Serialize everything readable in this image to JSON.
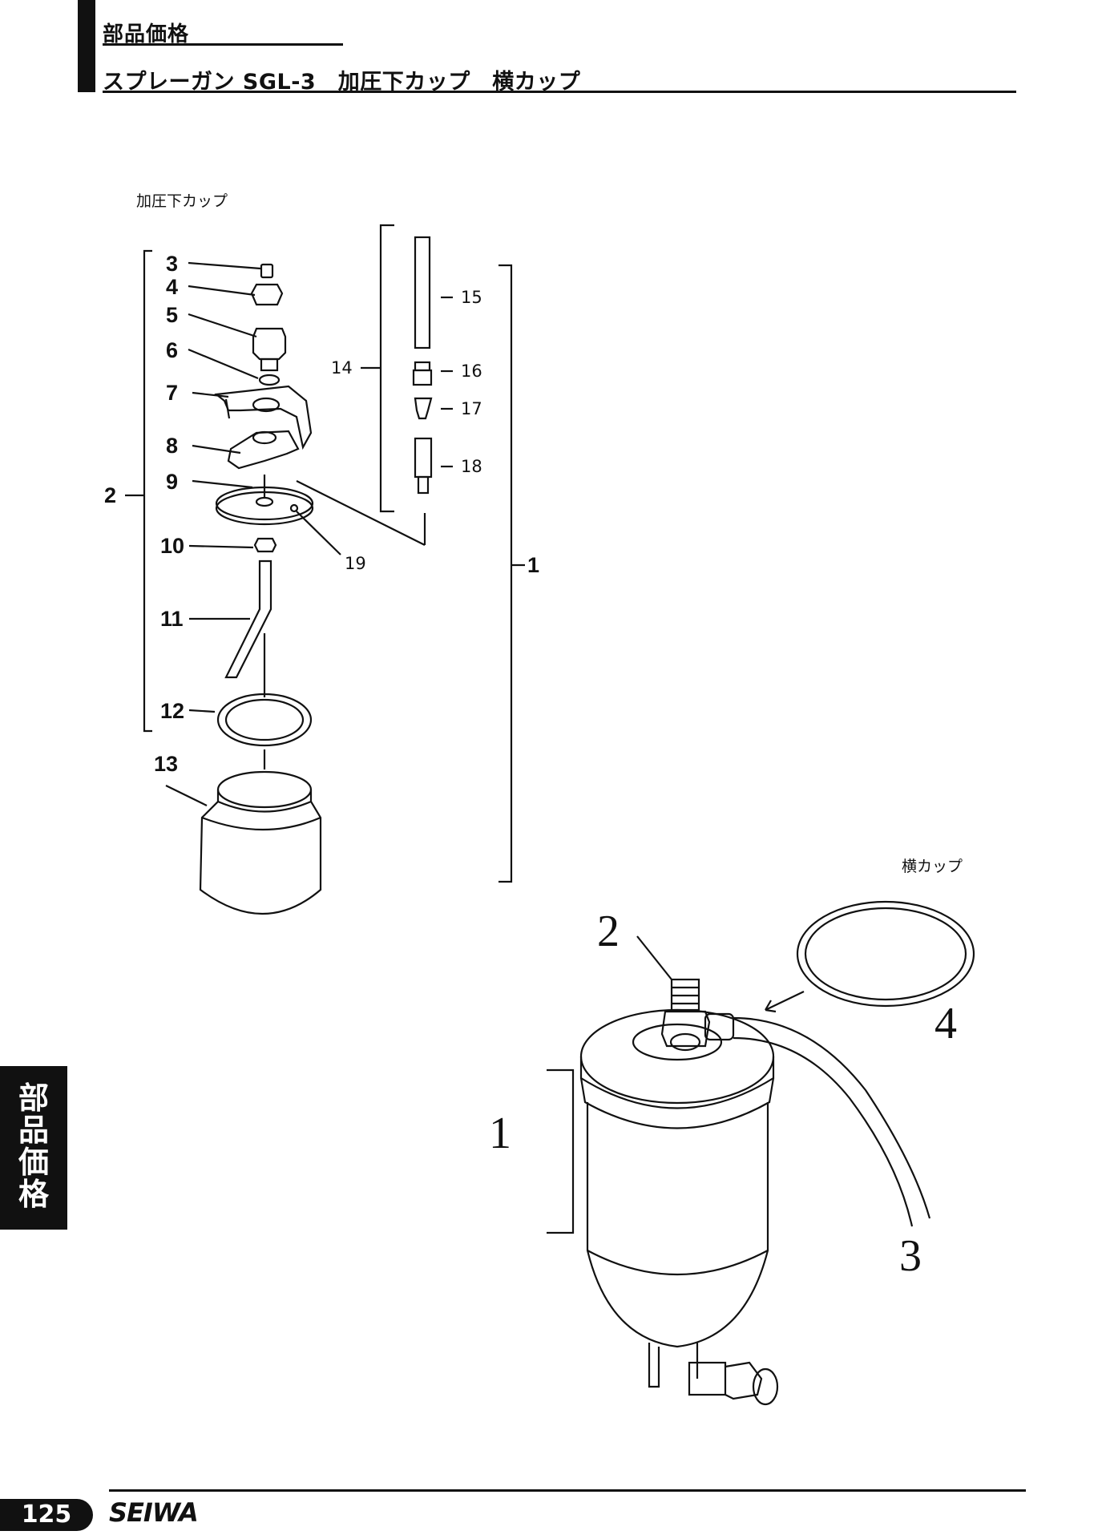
{
  "header": {
    "category": "部品価格",
    "title": "スプレーガン SGL-3　加圧下カップ　横カップ"
  },
  "diagram_pressure_cup": {
    "label": "加圧下カップ",
    "callouts": [
      "1",
      "2",
      "3",
      "4",
      "5",
      "6",
      "7",
      "8",
      "9",
      "10",
      "11",
      "12",
      "13",
      "14",
      "15",
      "16",
      "17",
      "18",
      "19"
    ]
  },
  "diagram_side_cup": {
    "label": "横カップ",
    "callouts": [
      "1",
      "2",
      "3",
      "4"
    ]
  },
  "side_tab": {
    "chars": [
      "部",
      "品",
      "価",
      "格"
    ]
  },
  "footer": {
    "page_number": "125",
    "brand": "SEIWA"
  }
}
